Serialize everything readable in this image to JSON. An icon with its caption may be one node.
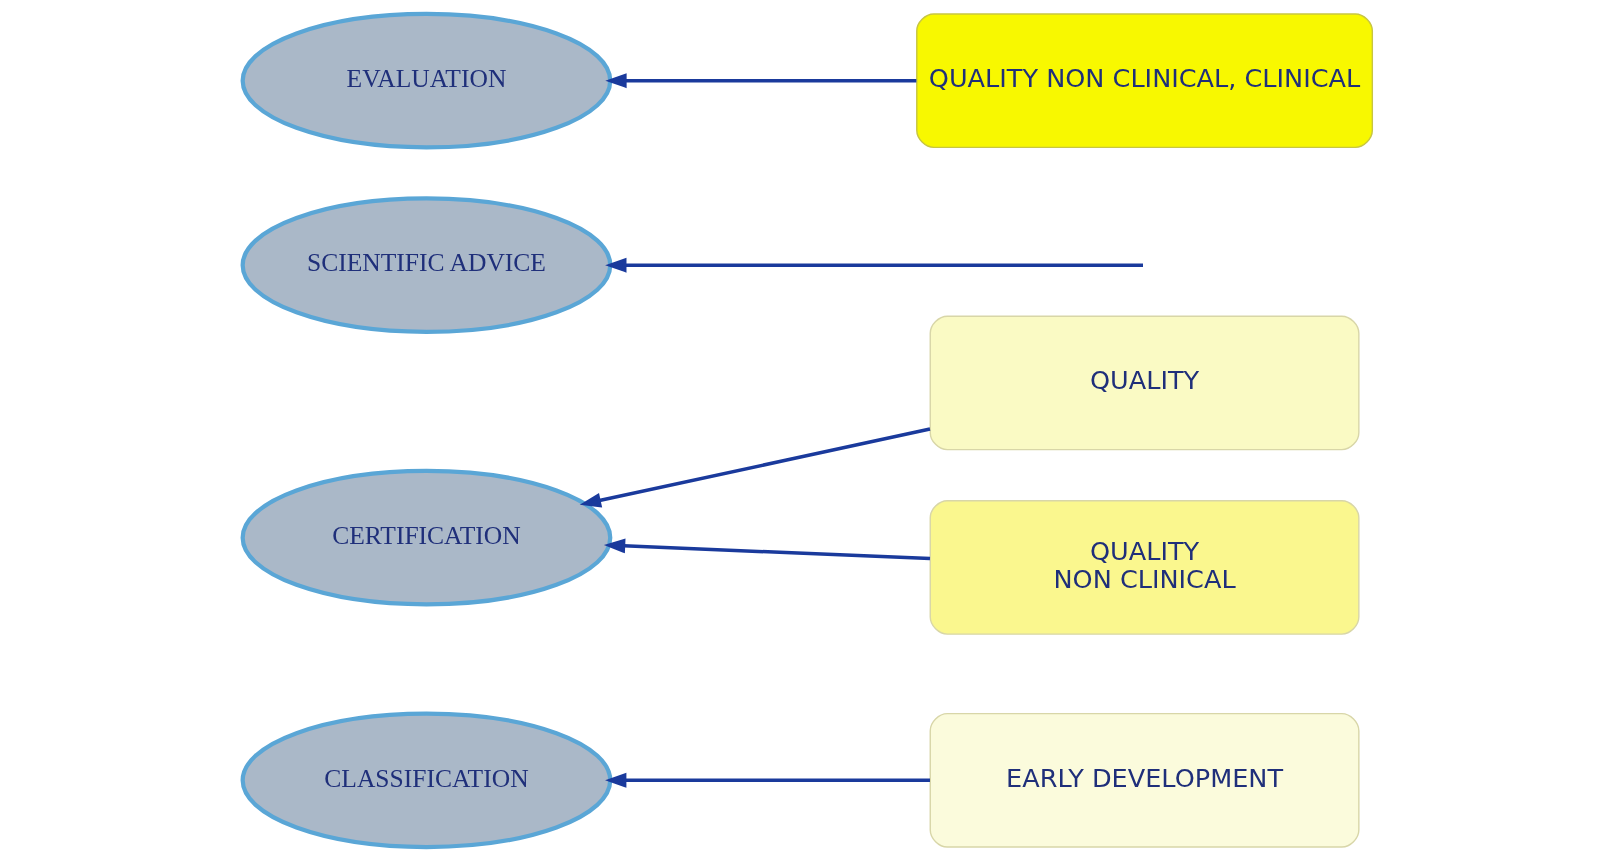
{
  "diagram": {
    "nodes": [
      {
        "text": [
          "CLASSIFICATION"
        ]
      },
      {
        "text": [
          "CERTIFICATION"
        ]
      },
      {
        "text": [
          "SCIENTIFIC ADVICE"
        ]
      },
      {
        "text": [
          "EVALUATION"
        ]
      },
      {
        "text": [
          "EARLY DEVELOPMENT"
        ]
      },
      {
        "text": [
          "QUALITY"
        ]
      },
      {
        "text": [
          "QUALITY",
          "NON CLINICAL"
        ]
      },
      {
        "text": [
          "QUALITY NON CLINICAL, CLINICAL"
        ]
      }
    ],
    "edges": [
      {
        "from": 4,
        "to": 0,
        "arrow": "to"
      },
      {
        "from": 5,
        "to": 1,
        "arrow": "to"
      },
      {
        "from": 6,
        "to": 1,
        "arrow": "to"
      },
      {
        "from": null,
        "to": 2,
        "arrow": "to"
      },
      {
        "from": 7,
        "to": 3,
        "arrow": "to"
      }
    ]
  }
}
